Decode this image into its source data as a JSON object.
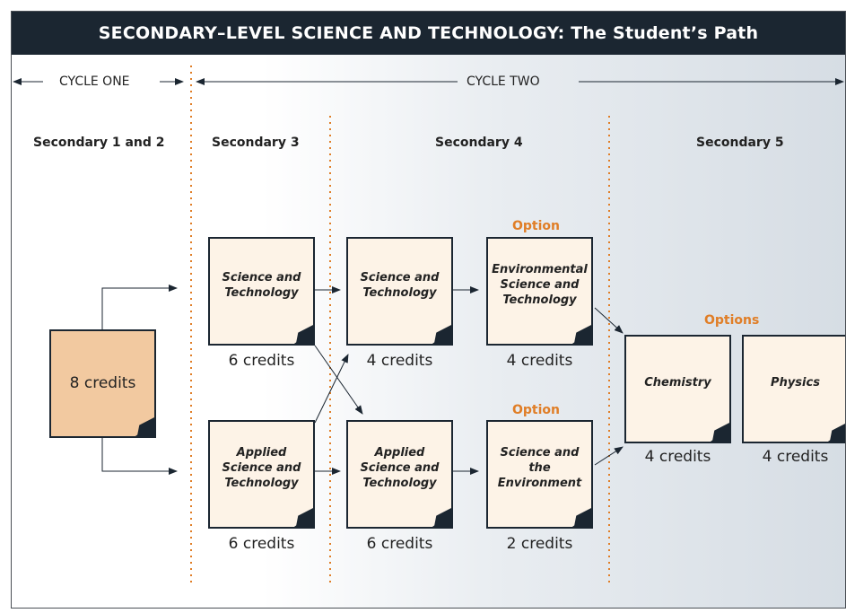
{
  "title": "SECONDARY–LEVEL SCIENCE AND TECHNOLOGY: The Student’s Path",
  "cycles": {
    "one": "CYCLE ONE",
    "two": "CYCLE TWO"
  },
  "levels": {
    "sec12": "Secondary 1 and 2",
    "sec3": "Secondary 3",
    "sec4": "Secondary 4",
    "sec5": "Secondary 5"
  },
  "options": {
    "option_top": "Option",
    "option_bottom": "Option",
    "options_sec5": "Options"
  },
  "boxes": {
    "cycle_one": {
      "label": "8 credits"
    },
    "s3_st": {
      "label": "Science and Technology",
      "credits": "6 credits"
    },
    "s3_ast": {
      "label": "Applied Science and Technology",
      "credits": "6 credits"
    },
    "s4_st": {
      "label": "Science and Technology",
      "credits": "4 credits"
    },
    "s4_ast": {
      "label": "Applied Science and Technology",
      "credits": "6 credits"
    },
    "s4_est": {
      "label": "Environmental Science and Technology",
      "credits": "4 credits"
    },
    "s4_se": {
      "label": "Science and the Environment",
      "credits": "2 credits"
    },
    "s5_chem": {
      "label": "Chemistry",
      "credits": "4 credits"
    },
    "s5_phys": {
      "label": "Physics",
      "credits": "4 credits"
    }
  },
  "colors": {
    "navy": "#1b2631",
    "accent_orange": "#e07e27",
    "box_fill": "#fdf3e7",
    "cycle_one_fill": "#f2c9a0"
  }
}
